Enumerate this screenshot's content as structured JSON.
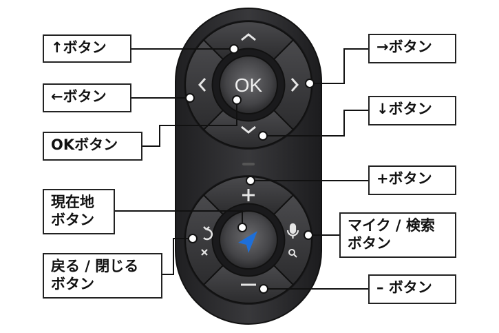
{
  "labels": {
    "up": "↑ボタン",
    "left": "←ボタン",
    "ok": "OKボタン",
    "current_line1": "現在地",
    "current_line2": "ボタン",
    "back_line1": "戻る / 閉じる",
    "back_line2": "ボタン",
    "right": "→ボタン",
    "down": "↓ボタン",
    "plus": "+ボタン",
    "mic_line1": "マイク / 検索",
    "mic_line2": "ボタン",
    "minus": "– ボタン"
  },
  "device": {
    "ok_text": "OK",
    "icons": [
      "chevron-up-icon",
      "chevron-down-icon",
      "chevron-left-icon",
      "chevron-right-icon",
      "plus-icon",
      "minus-icon",
      "back-icon",
      "close-icon",
      "navigation-arrow-icon",
      "microphone-icon",
      "search-icon"
    ],
    "colors": {
      "body": "#2b2b2d",
      "button": "#3a3a3c",
      "center": "#555558",
      "nav_arrow": "#1e6fd9"
    }
  }
}
